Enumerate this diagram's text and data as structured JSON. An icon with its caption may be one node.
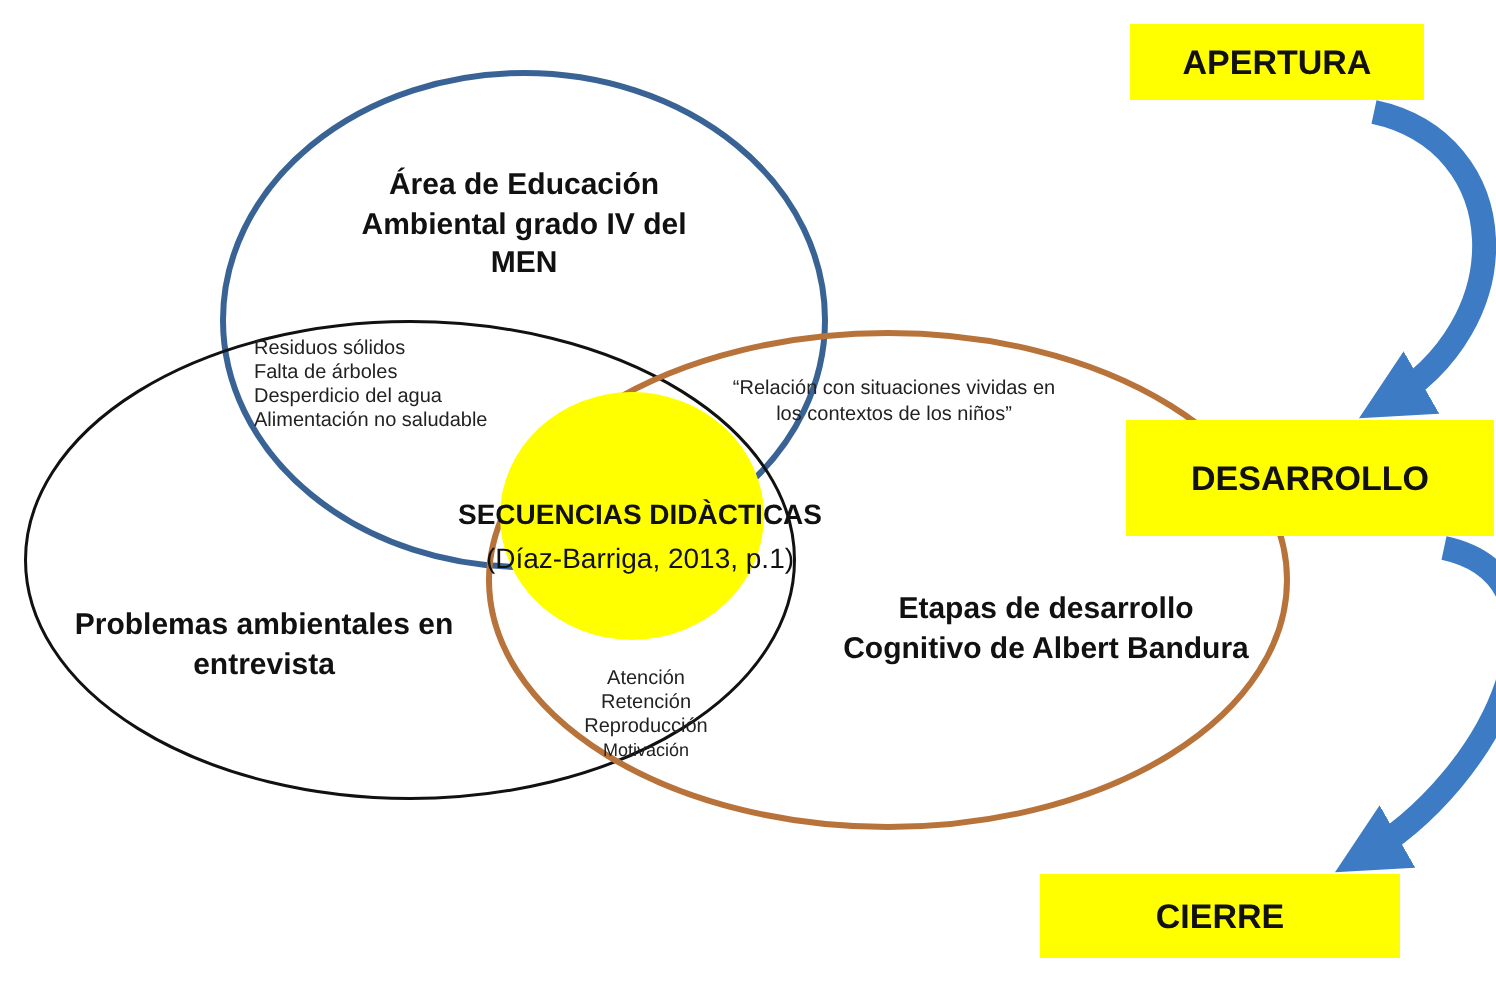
{
  "diagram": {
    "nodes": [
      {
        "text": [
          "Área de Educación Ambiental grado IV del MEN"
        ]
      },
      {
        "text": [
          "Problemas ambientales en entrevista"
        ]
      },
      {
        "text": [
          "Etapas de desarrollo Cognitivo de Albert Bandura"
        ]
      },
      {
        "text": [
          "SECUENCIAS DIDÀCTICAS",
          "(Díaz-Barriga, 2013, p.1)"
        ]
      },
      {
        "text": [
          "APERTURA"
        ]
      },
      {
        "text": [
          "DESARROLLO"
        ]
      },
      {
        "text": [
          "CIERRE"
        ]
      }
    ],
    "edges": [
      {
        "from": 4,
        "to": 5,
        "arrow": "to"
      },
      {
        "from": 5,
        "to": 6,
        "arrow": "to"
      }
    ],
    "labels": [
      "Residuos sólidos",
      "Falta de árboles",
      "Desperdicio del agua",
      "Alimentación no saludable",
      "“Relación con situaciones vividas en los contextos de los niños”",
      "Atención",
      "Retención",
      "Reproducción",
      "Motivación"
    ]
  }
}
